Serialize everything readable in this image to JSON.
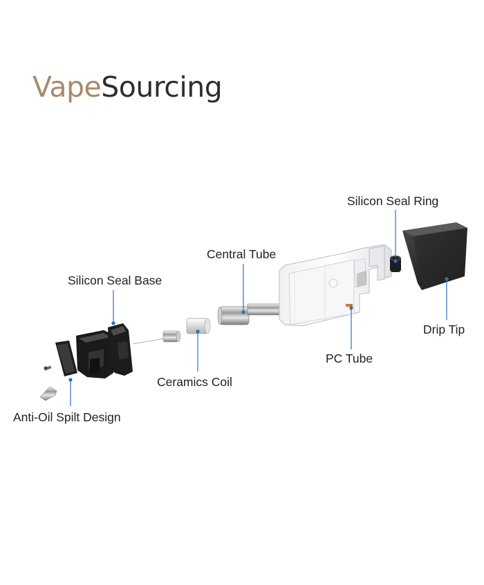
{
  "brand": {
    "part1": "Vape",
    "part2": "Sourcing"
  },
  "labels": {
    "silicon_seal_ring": "Silicon Seal Ring",
    "central_tube": "Central Tube",
    "silicon_seal_base": "Silicon Seal Base",
    "drip_tip": "Drip Tip",
    "pc_tube": "PC Tube",
    "ceramics_coil": "Ceramics Coil",
    "anti_oil": "Anti-Oil Spilt Design"
  },
  "colors": {
    "leader_line": "#2b6fbf",
    "brand_accent": "#a88a6a",
    "brand_dark": "#2e2e2e"
  }
}
